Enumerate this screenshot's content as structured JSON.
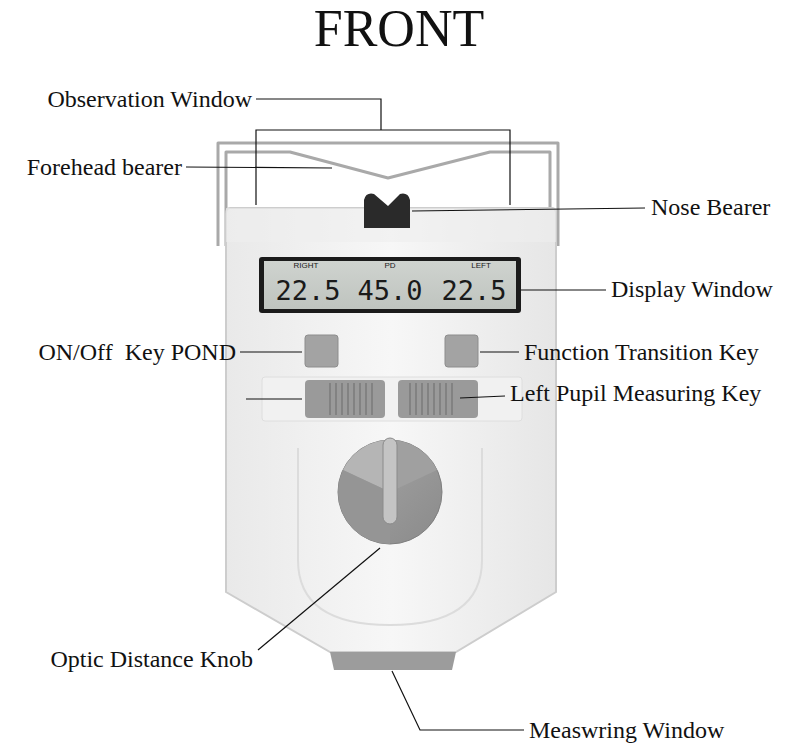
{
  "diagram": {
    "title": "FRONT",
    "labels": [
      "Observation Window",
      "Forehead bearer",
      "Nose Bearer",
      "RIGHT",
      "PD",
      "LEFT",
      "22.5",
      "45.0",
      "22.5",
      "Display Window",
      "ON/Off  Key POND",
      "Function Transition Key",
      "Left Pupil Measuring Key",
      "Optic Distance Knob",
      "Measwring Window"
    ]
  }
}
